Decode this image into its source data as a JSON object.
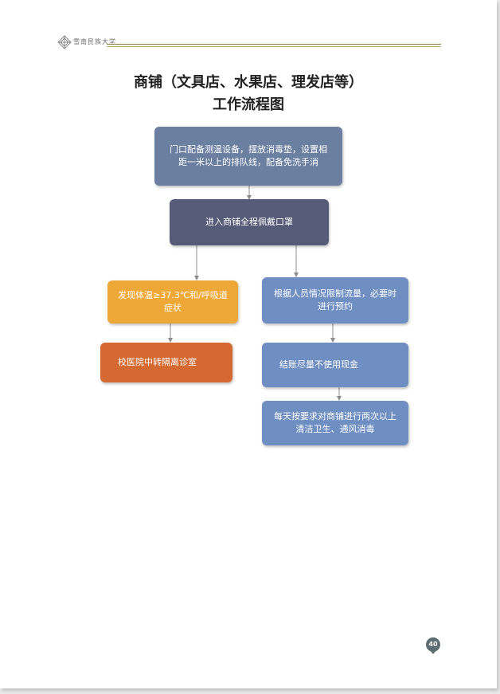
{
  "header": {
    "logo_text": "雪南民族大学"
  },
  "title": {
    "line1": "商铺（文具店、水果店、理发店等）",
    "line2": "工作流程图"
  },
  "flow": {
    "entrance_setup": "门口配备测温设备，摆放消毒垫，设置相距一米以上的排队线，配备免洗手消",
    "wear_mask": "进入商铺全程佩戴口罩",
    "fever_symptoms": "发现体温≥37.3℃和/呼吸道症状",
    "transfer_isolation": "校医院中转隔离诊室",
    "limit_flow": "根据人员情况限制流量，必要时进行预约",
    "no_cash": "结账尽量不使用现金",
    "daily_disinfect": "每天按要求对商铺进行两次以上清洁卫生、通风消毒"
  },
  "footer": {
    "page_number": "40"
  },
  "colors": {
    "slate_box": "#6b7fa0",
    "navy_box": "#565b78",
    "orange_box": "#eea838",
    "dark_orange_box": "#d46a32",
    "blue_box": "#6f8ec2",
    "arrow": "#8c8c8c",
    "header_rule": "#8a7d3c"
  }
}
